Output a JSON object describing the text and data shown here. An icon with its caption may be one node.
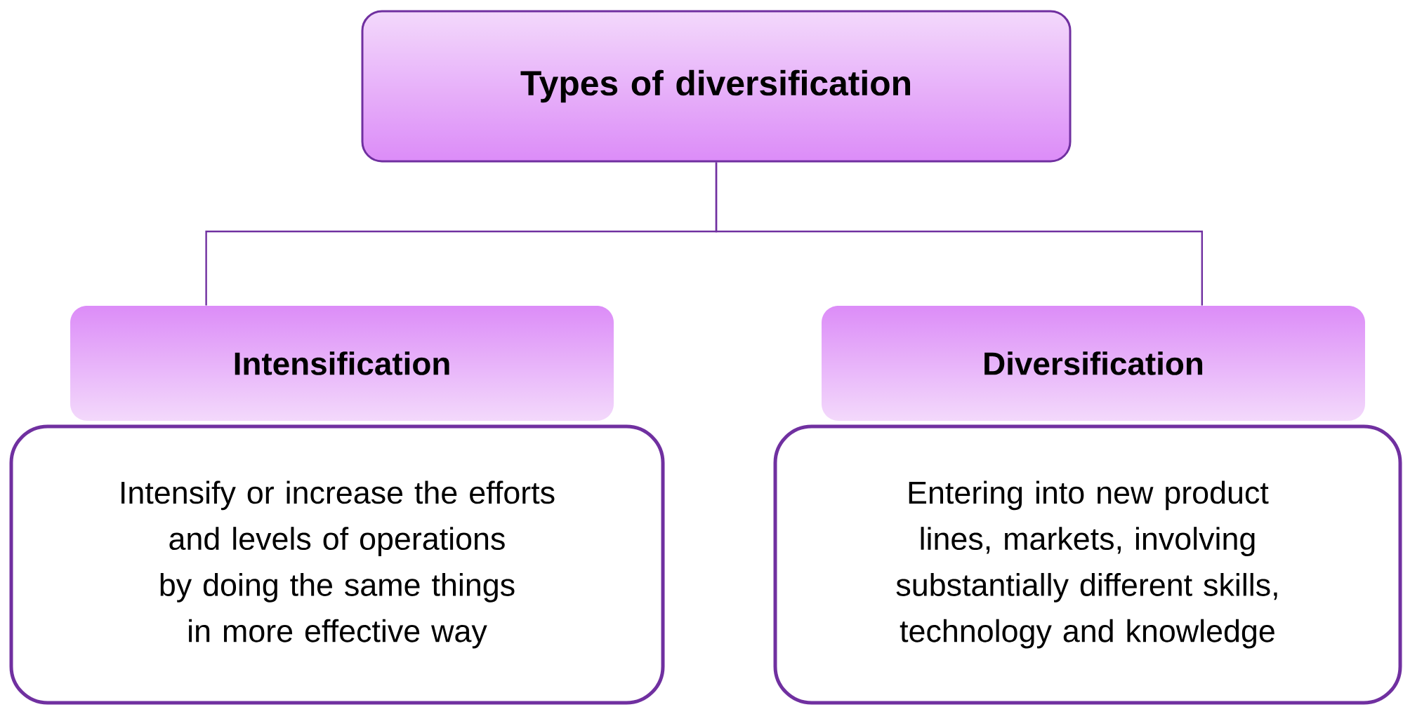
{
  "diagram": {
    "nodes": [
      {
        "text": [
          "Types of diversification"
        ]
      },
      {
        "text": [
          "Intensification"
        ]
      },
      {
        "text": [
          "Intensify or increase the efforts and levels of operations by doing the same things in more effective way"
        ]
      },
      {
        "text": [
          "Diversification"
        ]
      },
      {
        "text": [
          "Entering into new product lines, markets, involving substantially different skills, technology and knowledge"
        ]
      }
    ],
    "edges": [
      {
        "from": 0,
        "to": 1,
        "arrow": "none"
      },
      {
        "from": 0,
        "to": 3,
        "arrow": "none"
      }
    ]
  }
}
